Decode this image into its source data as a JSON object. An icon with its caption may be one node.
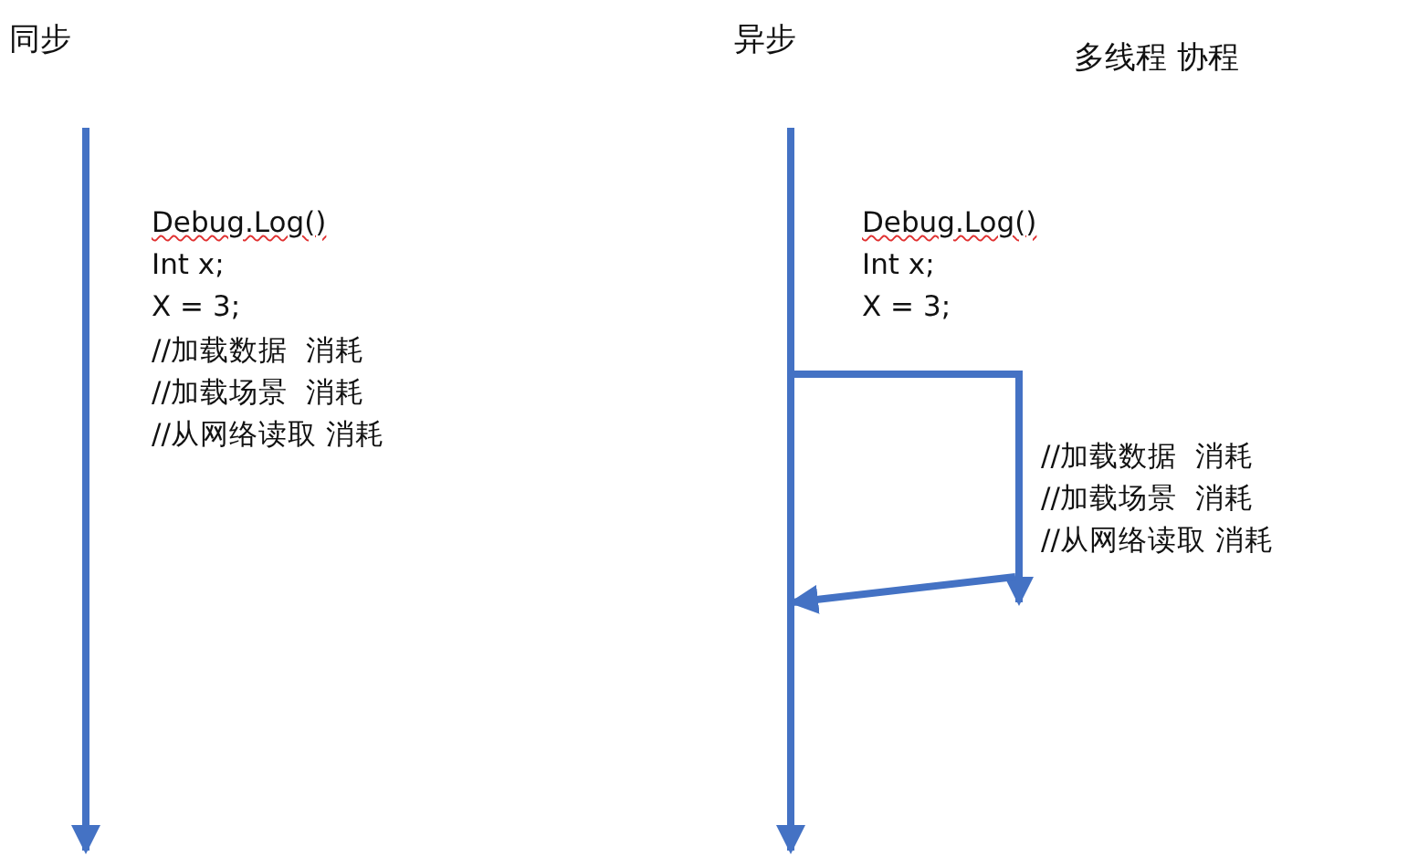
{
  "diagram": {
    "labels": [
      "同步",
      "异步",
      "多线程 协程",
      "Debug.Log()",
      "Int x;",
      "X = 3;",
      "//加载数据  消耗",
      "//加载场景  消耗",
      "//从网络读取 消耗",
      "Debug.Log()",
      "Int x;",
      "X = 3;",
      "//加载数据  消耗",
      "//加载场景  消耗",
      "//从网络读取 消耗"
    ]
  }
}
